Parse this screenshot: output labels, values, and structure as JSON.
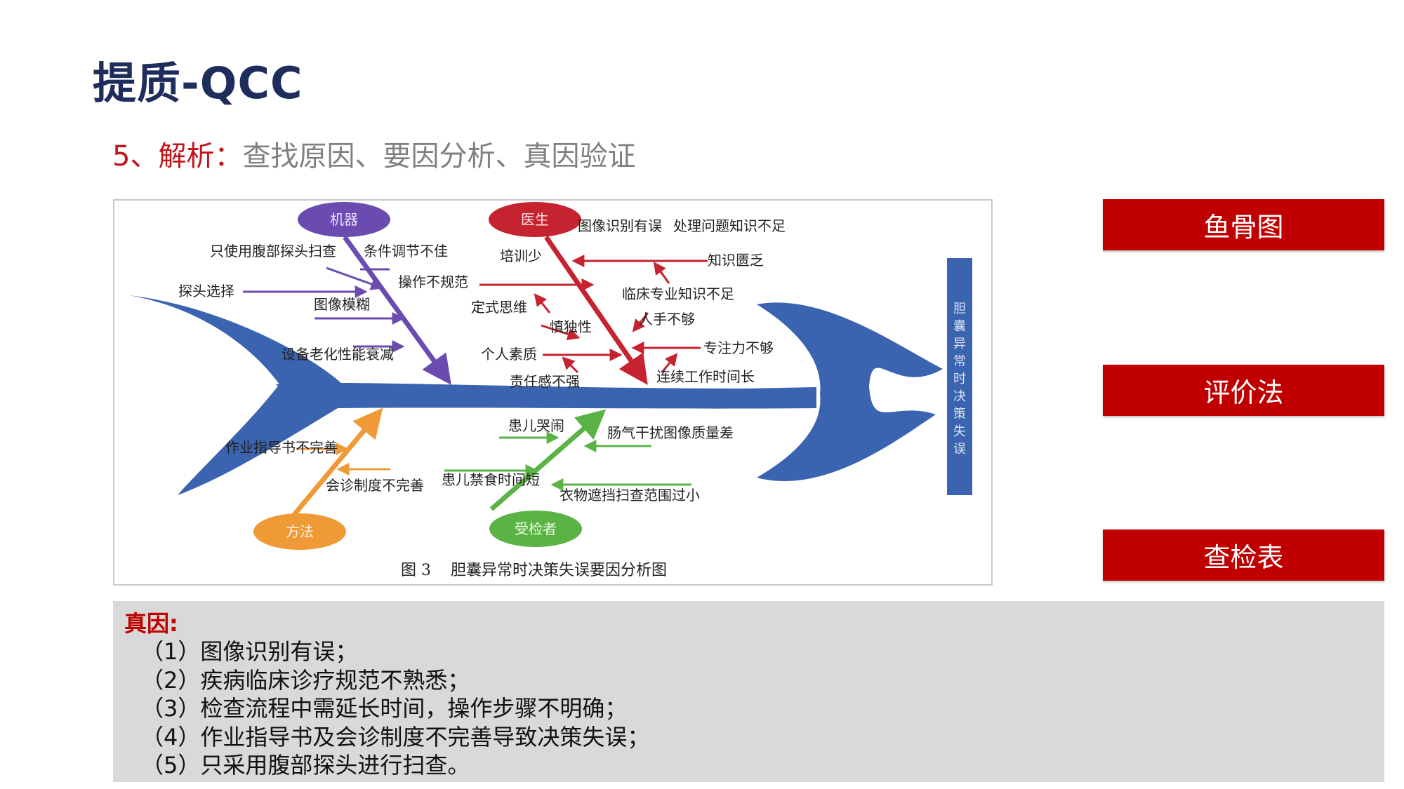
{
  "header": {
    "title": "提质-QCC"
  },
  "subtitle": {
    "lead": "5、解析：",
    "text": "查找原因、要因分析、真因验证"
  },
  "diagram": {
    "categories": {
      "machine": "机器",
      "doctor": "医生",
      "method": "方法",
      "patient": "受检者"
    },
    "effect": [
      "胆",
      "囊",
      "异",
      "常",
      "时",
      "决",
      "策",
      "失",
      "误"
    ],
    "causes": {
      "only_abdominal_probe": "只使用腹部探头扫查",
      "condition_adjust": "条件调节不佳",
      "probe_selection": "探头选择",
      "irregular_operation": "操作不规范",
      "image_blur": "图像模糊",
      "equipment_aging": "设备老化性能衰减",
      "image_recognition": "图像识别有误",
      "handling_knowledge": "处理问题知识不足",
      "training_lack": "培训少",
      "knowledge_lack": "知识匮乏",
      "fixed_thinking": "定式思维",
      "clinical_knowledge": "临床专业知识不足",
      "cautiousness": "慎独性",
      "staff_shortage": "人手不够",
      "personal_quality": "个人素质",
      "attention": "专注力不够",
      "responsibility": "责任感不强",
      "long_hours": "连续工作时间长",
      "guide_incomplete": "作业指导书不完善",
      "consult_incomplete": "会诊制度不完善",
      "child_crying": "患儿哭闹",
      "gas_interference": "肠气干扰图像质量差",
      "fasting_short": "患儿禁食时间短",
      "clothing_block": "衣物遮挡扫查范围过小"
    },
    "caption": "图 3    胆囊异常时决策失误要因分析图",
    "colors": {
      "machine": "#6a4bb0",
      "doctor": "#c4232f",
      "method": "#f09a37",
      "patient": "#5bb346",
      "fish": "#3a63b0"
    }
  },
  "buttons": {
    "fishbone": "鱼骨图",
    "evaluation": "评价法",
    "checklist": "查检表"
  },
  "conclusion": {
    "head": "真因:",
    "items": [
      "（1）图像识别有误；",
      "（2）疾病临床诊疗规范不熟悉；",
      "（3）检查流程中需延长时间，操作步骤不明确；",
      "（4）作业指导书及会诊制度不完善导致决策失误；",
      "（5）只采用腹部探头进行扫查。"
    ]
  }
}
